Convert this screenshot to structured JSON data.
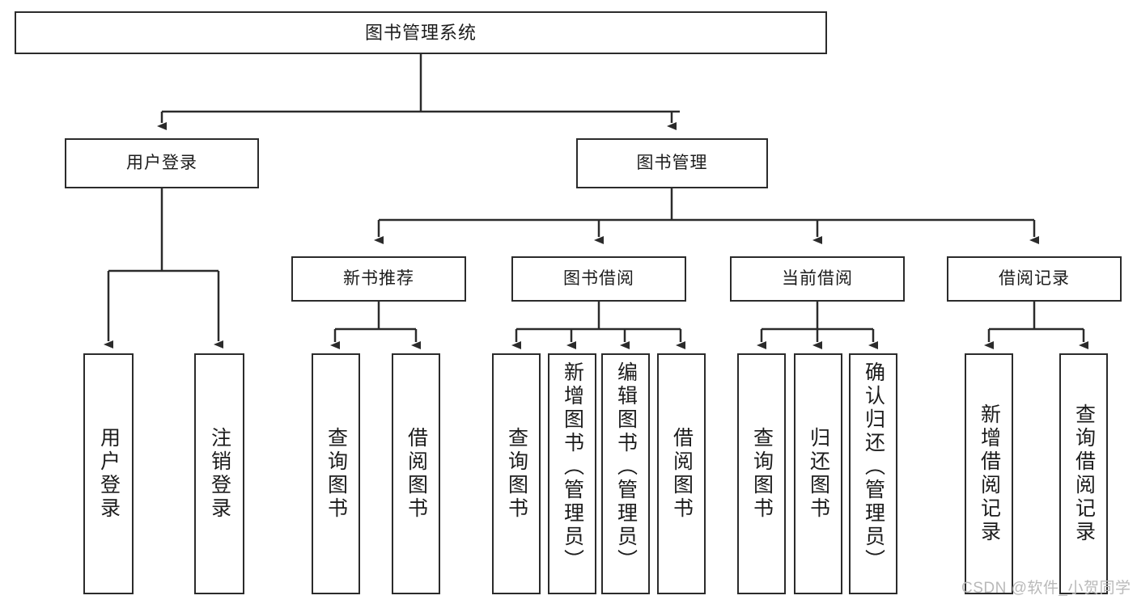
{
  "diagram": {
    "type": "tree",
    "title": "图书管理系统",
    "watermark": "CSDN @软件_小贺同学",
    "colors": {
      "box_border": "#2b2b2b",
      "box_fill": "#ffffff",
      "edge": "#2b2b2b",
      "text": "#1c1c1c",
      "watermark": "#b9b9b9"
    },
    "nodes": {
      "root": {
        "label": "图书管理系统"
      },
      "level2": [
        {
          "label": "用户登录"
        },
        {
          "label": "图书管理"
        }
      ],
      "level3": [
        {
          "label": "新书推荐"
        },
        {
          "label": "图书借阅"
        },
        {
          "label": "当前借阅"
        },
        {
          "label": "借阅记录"
        }
      ],
      "leaves_user_login": [
        {
          "label": "用户登录"
        },
        {
          "label": "注销登录"
        }
      ],
      "leaves_new_book": [
        {
          "label": "查询图书"
        },
        {
          "label": "借阅图书"
        }
      ],
      "leaves_borrow": [
        {
          "label": "查询图书"
        },
        {
          "label": "新增图书（管理员）"
        },
        {
          "label": "编辑图书（管理员）"
        },
        {
          "label": "借阅图书"
        }
      ],
      "leaves_current": [
        {
          "label": "查询图书"
        },
        {
          "label": "归还图书"
        },
        {
          "label": "确认归还（管理员）"
        }
      ],
      "leaves_records": [
        {
          "label": "新增借阅记录"
        },
        {
          "label": "查询借阅记录"
        }
      ]
    }
  }
}
